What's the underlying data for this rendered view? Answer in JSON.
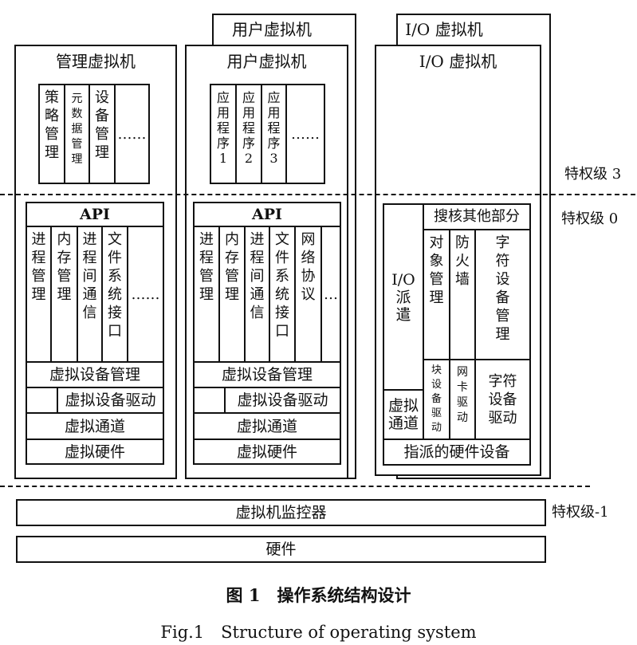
{
  "mgmt_vm": {
    "title": "管理虚拟机",
    "apps": [
      "策略管理",
      "元数据管理",
      "设备管理",
      "……"
    ],
    "api": "API",
    "modules": [
      "进程管理",
      "内存管理",
      "进程间通信",
      "文件系统接口",
      "……"
    ],
    "vdev_mgmt": "虚拟设备管理",
    "vdev_driver": "虚拟设备驱动",
    "vchannel": "虚拟通道",
    "vhw": "虚拟硬件"
  },
  "user_vm": {
    "title": "用户虚拟机",
    "back_title": "用户虚拟机",
    "apps": [
      "应用程序1",
      "应用程序2",
      "应用程序3",
      "……"
    ],
    "api": "API",
    "modules": [
      "进程管理",
      "内存管理",
      "进程间通信",
      "文件系统接口",
      "网络协议",
      "…"
    ],
    "vdev_mgmt": "虚拟设备管理",
    "vdev_driver": "虚拟设备驱动",
    "vchannel": "虚拟通道",
    "vhw": "虚拟硬件"
  },
  "io_vm": {
    "title": "I/O 虚拟机",
    "back_title": "I/O 虚拟机",
    "io_dispatch": "I/O 派遣",
    "kernel_other": "搜核其他部分",
    "object_mgmt": "对象管理",
    "firewall": "防火墙",
    "char_dev_mgmt": "字符设备管理",
    "vchannel": "虚拟通道",
    "block_driver": "块设备驱动",
    "nic_driver": "网卡驱动",
    "char_driver": "字符设备驱动",
    "assigned_hw": "指派的硬件设备"
  },
  "levels": {
    "l3": "特权级 3",
    "l0": "特权级 0",
    "lm1": "特权级-1"
  },
  "vmm": "虚拟机监控器",
  "hardware": "硬件",
  "caption": {
    "cn": "图 1　操作系统结构设计",
    "en": "Fig.1　Structure of operating system"
  }
}
